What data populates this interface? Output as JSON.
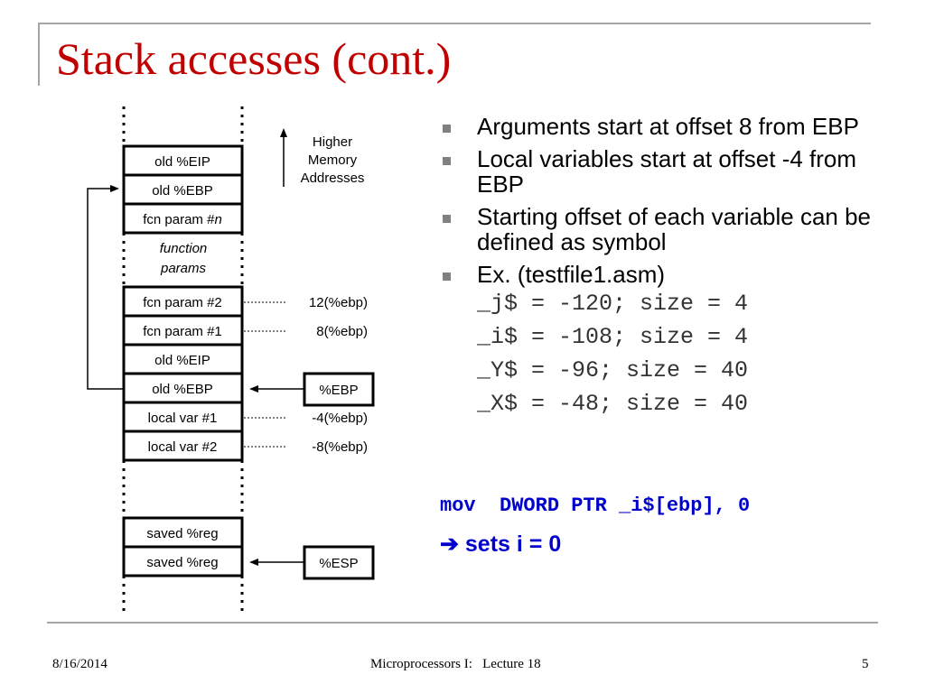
{
  "title": "Stack accesses (cont.)",
  "diagram": {
    "top_label_lines": [
      "Higher",
      "Memory",
      "Addresses"
    ],
    "cells": [
      {
        "text": "old %EIP",
        "italic_suffix": ""
      },
      {
        "text": "old %EBP",
        "italic_suffix": ""
      },
      {
        "text": "fcn param #",
        "italic_suffix": "n"
      },
      {
        "text": "fcn param #2",
        "italic_suffix": ""
      },
      {
        "text": "fcn param #1",
        "italic_suffix": ""
      },
      {
        "text": "old %EIP",
        "italic_suffix": ""
      },
      {
        "text": "old %EBP",
        "italic_suffix": ""
      },
      {
        "text": "local var #1",
        "italic_suffix": ""
      },
      {
        "text": "local var #2",
        "italic_suffix": ""
      },
      {
        "text": "saved %reg",
        "italic_suffix": ""
      },
      {
        "text": "saved %reg",
        "italic_suffix": ""
      }
    ],
    "middle_label_lines": [
      "function",
      "params"
    ],
    "offsets": [
      "12(%ebp)",
      "8(%ebp)",
      "-4(%ebp)",
      "-8(%ebp)"
    ],
    "ebp_label": "%EBP",
    "esp_label": "%ESP"
  },
  "bullets": [
    "Arguments start at offset 8 from EBP",
    "Local variables start at offset -4 from EBP",
    "Starting offset of each variable can be defined as symbol",
    "Ex. (testfile1.asm)"
  ],
  "example_lines": [
    "_j$ = -120; size = 4",
    "_i$ = -108; size = 4",
    "_Y$ = -96; size = 40",
    "_X$ = -48; size = 40"
  ],
  "code_line": "mov  DWORD PTR _i$[ebp], 0",
  "result_line": "➔ sets i = 0",
  "footer": {
    "date": "8/16/2014",
    "center": "Microprocessors I:   Lecture 18",
    "page": "5"
  }
}
